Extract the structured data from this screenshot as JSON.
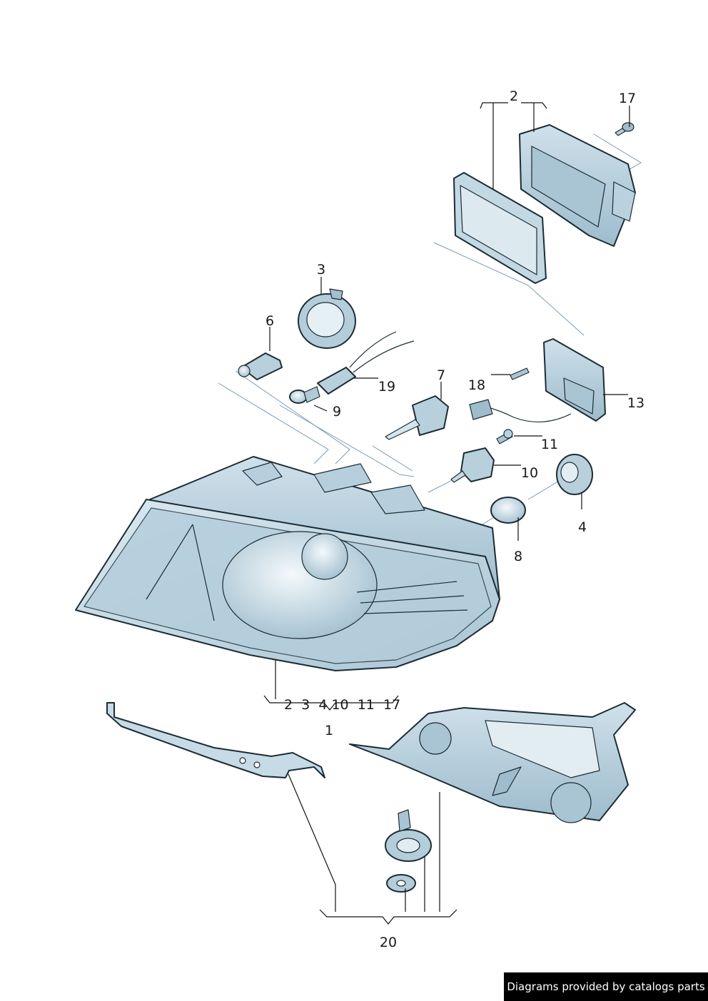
{
  "callouts": {
    "c1": "1",
    "c2": "2",
    "c3": "3",
    "c4": "4",
    "c6": "6",
    "c7": "7",
    "c8": "8",
    "c9": "9",
    "c10": "10",
    "c11": "11",
    "c13": "13",
    "c17": "17",
    "c18": "18",
    "c19": "19",
    "c20": "20",
    "sub1": "2  3  4 10  11  17"
  },
  "footer": {
    "text": "Diagrams provided by catalogs parts"
  },
  "colors": {
    "part_fill": "#c9dde8",
    "part_dark": "#8fb0c3",
    "outline": "#1c2c34",
    "guide": "#7a9ab2"
  }
}
